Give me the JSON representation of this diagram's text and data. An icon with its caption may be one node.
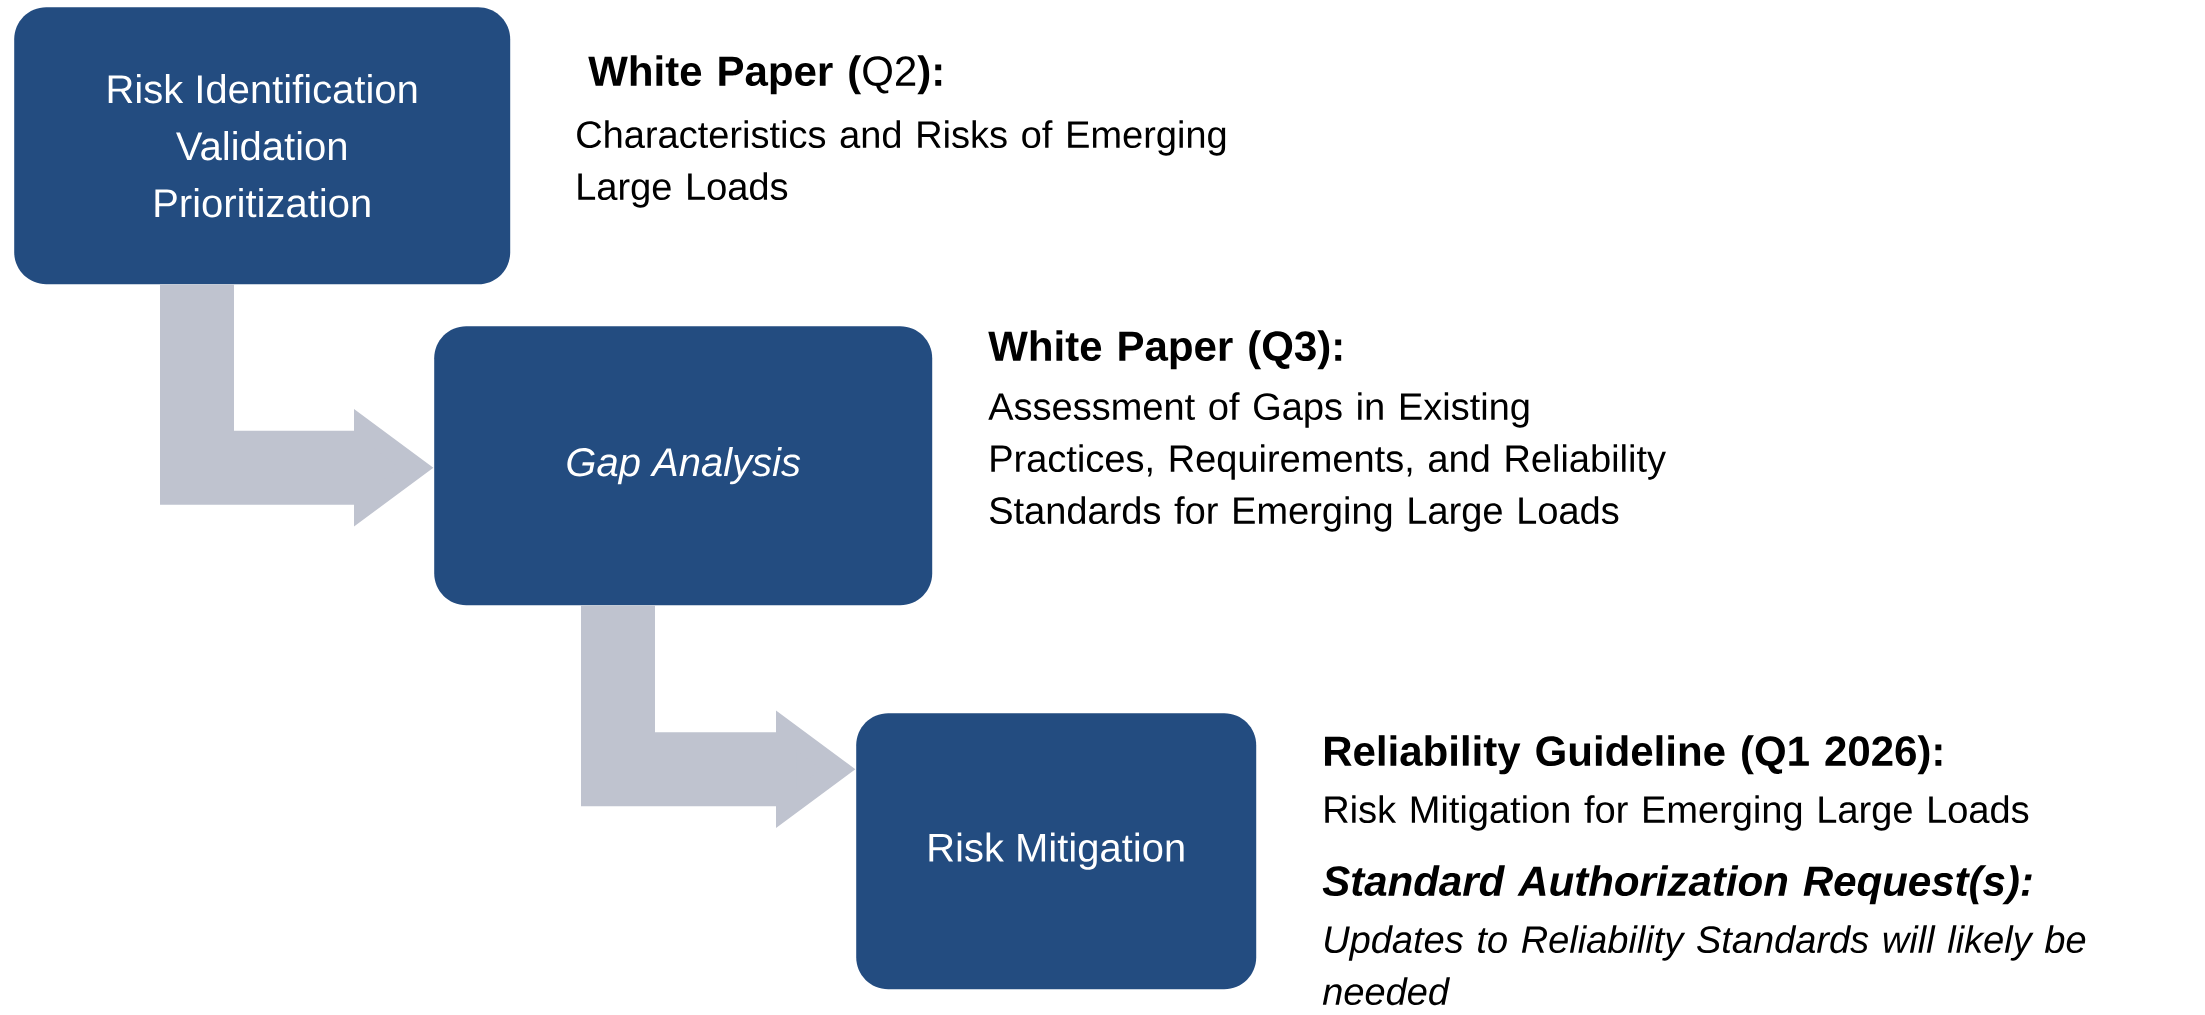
{
  "diagram": {
    "nodes": [
      {
        "text": [
          "Risk Identification",
          "Validation",
          "Prioritization"
        ],
        "beside": [
          "**White Paper (**Q2**):**",
          "Characteristics and Risks of Emerging Large Loads"
        ]
      },
      {
        "text": [
          "*Gap Analysis*"
        ],
        "beside": [
          "White Paper (Q3):",
          "Assessment of Gaps in Existing Practices, Requirements, and Reliability Standards for Emerging Large Loads"
        ]
      },
      {
        "text": [
          "Risk Mitigation"
        ],
        "beside": [
          "Reliability Guideline (Q1 2026):",
          "Risk Mitigation for Emerging Large Loads",
          "Standard Authorization Request(s):",
          "Updates to Reliability Standards will likely be needed"
        ]
      }
    ],
    "edges": [
      {
        "from": 0,
        "to": 1,
        "arrow": "to"
      },
      {
        "from": 1,
        "to": 2,
        "arrow": "to"
      }
    ]
  }
}
